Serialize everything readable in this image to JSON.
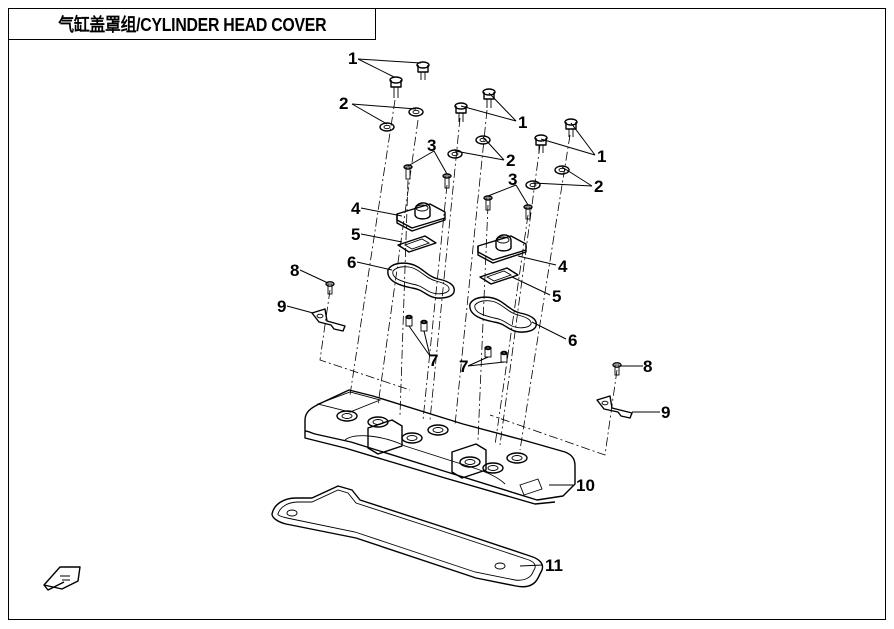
{
  "title": "气缸盖罩组/CYLINDER HEAD COVER",
  "callouts": [
    "1",
    "1",
    "1",
    "2",
    "2",
    "2",
    "3",
    "3",
    "4",
    "4",
    "5",
    "5",
    "6",
    "6",
    "7",
    "7",
    "8",
    "8",
    "9",
    "9",
    "10",
    "11"
  ],
  "icons": {
    "front_indicator": "front-arrow-icon"
  }
}
